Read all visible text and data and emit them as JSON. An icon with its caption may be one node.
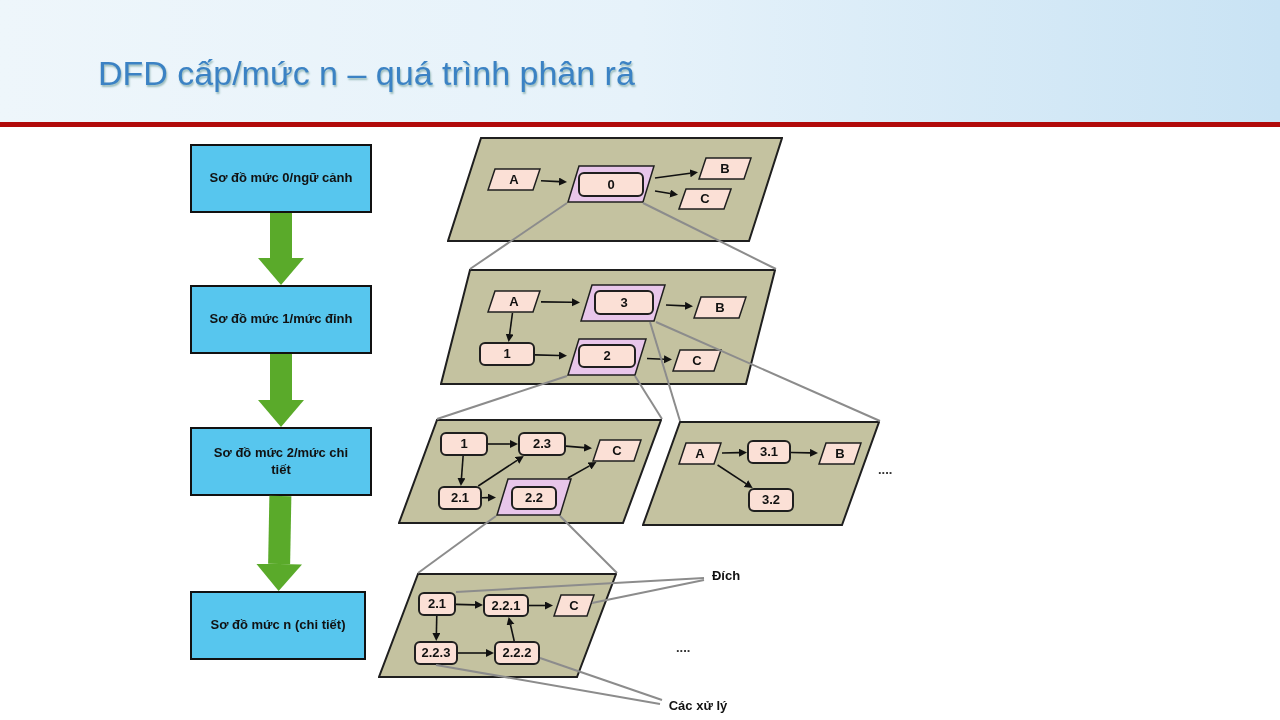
{
  "diagram": {
    "title": "DFD cấp/mức n – quá trình phân rã",
    "nodes": [
      {
        "text": [
          "Sơ đồ mức 0/ngữ cảnh"
        ]
      },
      {
        "text": [
          "Sơ đồ mức 1/mức đỉnh"
        ]
      },
      {
        "text": [
          "Sơ đồ mức 2/mức chi tiết"
        ]
      },
      {
        "text": [
          "Sơ đồ mức n (chi tiết)"
        ]
      },
      {
        "text": [],
        "shape": "parallelogram"
      },
      {
        "text": [
          "A"
        ],
        "in": 4
      },
      {
        "text": [],
        "shape": "parallelogram",
        "in": 4
      },
      {
        "text": [
          "0"
        ],
        "in": 6
      },
      {
        "text": [
          "B"
        ],
        "in": 4
      },
      {
        "text": [
          "C"
        ],
        "in": 4
      },
      {
        "text": [],
        "shape": "parallelogram"
      },
      {
        "text": [
          "A"
        ],
        "in": 10
      },
      {
        "text": [],
        "shape": "parallelogram",
        "in": 10
      },
      {
        "text": [
          "3"
        ],
        "in": 12
      },
      {
        "text": [
          "B"
        ],
        "in": 10
      },
      {
        "text": [
          "1"
        ],
        "in": 10
      },
      {
        "text": [],
        "shape": "parallelogram",
        "in": 10
      },
      {
        "text": [
          "2"
        ],
        "in": 16
      },
      {
        "text": [
          "C"
        ],
        "in": 10
      },
      {
        "text": [],
        "shape": "parallelogram"
      },
      {
        "text": [
          "1"
        ],
        "in": 19
      },
      {
        "text": [
          "2.3"
        ],
        "in": 19
      },
      {
        "text": [
          "C"
        ],
        "in": 19
      },
      {
        "text": [
          "2.1"
        ],
        "in": 19
      },
      {
        "text": [],
        "shape": "parallelogram",
        "in": 19
      },
      {
        "text": [
          "2.2"
        ],
        "in": 24
      },
      {
        "text": [],
        "shape": "parallelogram"
      },
      {
        "text": [
          "A"
        ],
        "in": 26
      },
      {
        "text": [
          "3.1"
        ],
        "in": 26
      },
      {
        "text": [
          "B"
        ],
        "in": 26
      },
      {
        "text": [
          "3.2"
        ],
        "in": 26
      },
      {
        "text": [],
        "shape": "parallelogram"
      },
      {
        "text": [
          "2.1"
        ],
        "in": 31
      },
      {
        "text": [
          "2.2.1"
        ],
        "in": 31
      },
      {
        "text": [
          "C"
        ],
        "in": 31
      },
      {
        "text": [
          "2.2.3"
        ],
        "in": 31
      },
      {
        "text": [
          "2.2.2"
        ],
        "in": 31
      },
      {
        "text": [
          "Đích"
        ]
      },
      {
        "text": [
          "Các xử lý"
        ]
      }
    ],
    "edges": [
      {
        "from": 0,
        "to": 1,
        "arrow": "to",
        "style": "thick",
        "color": "#5aaa2a"
      },
      {
        "from": 1,
        "to": 2,
        "arrow": "to",
        "style": "thick",
        "color": "#5aaa2a"
      },
      {
        "from": 2,
        "to": 3,
        "arrow": "to",
        "style": "thick",
        "color": "#5aaa2a"
      },
      {
        "from": 5,
        "to": 6,
        "arrow": "to"
      },
      {
        "from": 6,
        "to": 8,
        "arrow": "to"
      },
      {
        "from": 6,
        "to": 9,
        "arrow": "to"
      },
      {
        "from": 11,
        "to": 12,
        "arrow": "to"
      },
      {
        "from": 12,
        "to": 14,
        "arrow": "to"
      },
      {
        "from": 11,
        "to": 15,
        "arrow": "to"
      },
      {
        "from": 15,
        "to": 16,
        "arrow": "to"
      },
      {
        "from": 16,
        "to": 18,
        "arrow": "to"
      },
      {
        "from": 20,
        "to": 21,
        "arrow": "to"
      },
      {
        "from": 20,
        "to": 23,
        "arrow": "to"
      },
      {
        "from": 23,
        "to": 21,
        "arrow": "to"
      },
      {
        "from": 23,
        "to": 24,
        "arrow": "to"
      },
      {
        "from": 21,
        "to": 22,
        "arrow": "to"
      },
      {
        "from": 24,
        "to": 22,
        "arrow": "to"
      },
      {
        "from": 27,
        "to": 28,
        "arrow": "to"
      },
      {
        "from": 28,
        "to": 29,
        "arrow": "to"
      },
      {
        "from": 27,
        "to": 30,
        "arrow": "to"
      },
      {
        "from": 32,
        "to": 33,
        "arrow": "to"
      },
      {
        "from": 33,
        "to": 34,
        "arrow": "to"
      },
      {
        "from": 32,
        "to": 35,
        "arrow": "to"
      },
      {
        "from": 35,
        "to": 36,
        "arrow": "to"
      },
      {
        "from": 36,
        "to": 33,
        "arrow": "to"
      },
      {
        "from": 6,
        "to": 10,
        "arrow": "none",
        "color": "#8c8c8c"
      },
      {
        "from": 6,
        "to": 10,
        "arrow": "none",
        "color": "#8c8c8c"
      },
      {
        "from": 12,
        "to": 26,
        "arrow": "none",
        "color": "#8c8c8c"
      },
      {
        "from": 12,
        "to": 26,
        "arrow": "none",
        "color": "#8c8c8c"
      },
      {
        "from": 16,
        "to": 19,
        "arrow": "none",
        "color": "#8c8c8c"
      },
      {
        "from": 16,
        "to": 19,
        "arrow": "none",
        "color": "#8c8c8c"
      },
      {
        "from": 24,
        "to": 31,
        "arrow": "none",
        "color": "#8c8c8c"
      },
      {
        "from": 24,
        "to": 31,
        "arrow": "none",
        "color": "#8c8c8c"
      },
      {
        "from": 37,
        "to": 32,
        "arrow": "none",
        "color": "#8c8c8c"
      },
      {
        "from": 37,
        "to": 34,
        "arrow": "none",
        "color": "#8c8c8c"
      },
      {
        "from": 38,
        "to": 35,
        "arrow": "none",
        "color": "#8c8c8c"
      },
      {
        "from": 38,
        "to": 36,
        "arrow": "none",
        "color": "#8c8c8c"
      }
    ],
    "labels": [
      "....",
      "...."
    ]
  }
}
